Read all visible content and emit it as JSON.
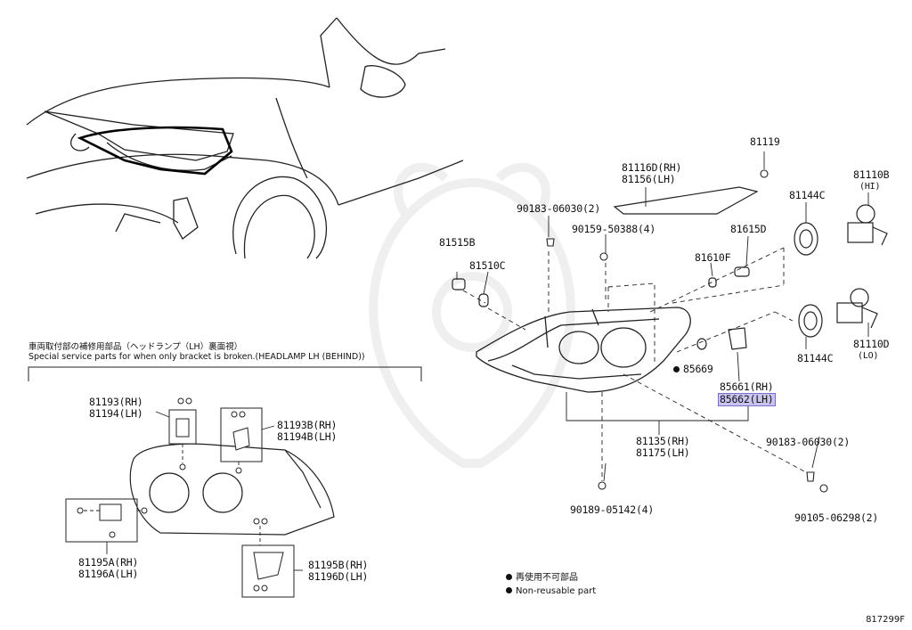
{
  "labels": {
    "p81119": "81119",
    "p81116d": "81116D(RH)",
    "p81156": "81156(LH)",
    "p81110b": "81110B",
    "hi": "(HI)",
    "p90183_top": "90183-06030(2)",
    "p81144c_top": "81144C",
    "p90159": "90159-50388(4)",
    "p81615d": "81615D",
    "p81515b": "81515B",
    "p81510c": "81510C",
    "p81610f": "81610F",
    "p81110d": "81110D",
    "lo": "(LO)",
    "p81144c_bot": "81144C",
    "p85669": "85669",
    "p85661": "85661(RH)",
    "p85662": "85662(LH)",
    "p81135": "81135(RH)",
    "p81175": "81175(LH)",
    "p90183_bot": "90183-06030(2)",
    "p90105": "90105-06298(2)",
    "p90189": "90189-05142(4)",
    "p81193": "81193(RH)",
    "p81194": "81194(LH)",
    "p81193b": "81193B(RH)",
    "p81194b": "81194B(LH)",
    "p81195a": "81195A(RH)",
    "p81196a": "81196A(LH)",
    "p81195b": "81195B(RH)",
    "p81196d": "81196D(LH)"
  },
  "note_jp": "車両取付部の補修用部品（ヘッドランプ（LH）裏面視）",
  "note_en": "Special service parts for when only bracket is broken.(HEADLAMP LH (BEHIND))",
  "legend": {
    "jp": "再使用不可部品",
    "en": "Non-reusable part"
  },
  "figure_number": "817299F",
  "colors": {
    "line": "#222222",
    "highlight": "#c9c3ef",
    "watermark": "#f0f0f0"
  }
}
